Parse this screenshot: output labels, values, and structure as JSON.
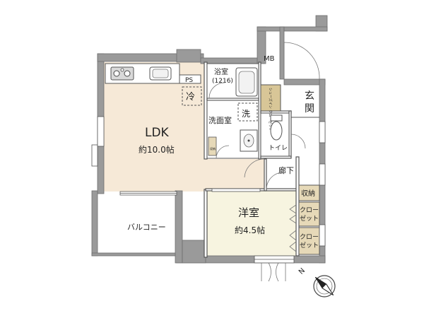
{
  "rooms": {
    "ldk": {
      "name": "LDK",
      "size": "約10.0帖"
    },
    "western": {
      "name": "洋室",
      "size": "約4.5帖"
    },
    "bath": {
      "name": "浴室",
      "code": "(1216)"
    },
    "washroom": {
      "name": "洗面室"
    },
    "toilet": {
      "name": "トイレ"
    },
    "entrance": {
      "line1": "玄",
      "line2": "関"
    },
    "corridor": {
      "name": "廊下"
    },
    "balcony": {
      "name": "バルコニー"
    },
    "shoes": {
      "name": "シューズイン クローゼット"
    }
  },
  "labels": {
    "ps": "PS",
    "mb": "MB",
    "fridge": "冷",
    "washer": "洗",
    "storage": "収納",
    "closet1_l1": "クロー",
    "closet1_l2": "ゼット",
    "closet2_l1": "クロー",
    "closet2_l2": "ゼット",
    "small_storage": "収納",
    "north": "N"
  },
  "colors": {
    "ldk_floor": "#f6e9d7",
    "western_floor": "#f7f4e0",
    "wet_floor": "#ffffff",
    "wall": "#9a9a9a",
    "wall_dark": "#707070",
    "storage_fill": "#e6d9b8",
    "shoes_fill": "#d8c697"
  }
}
